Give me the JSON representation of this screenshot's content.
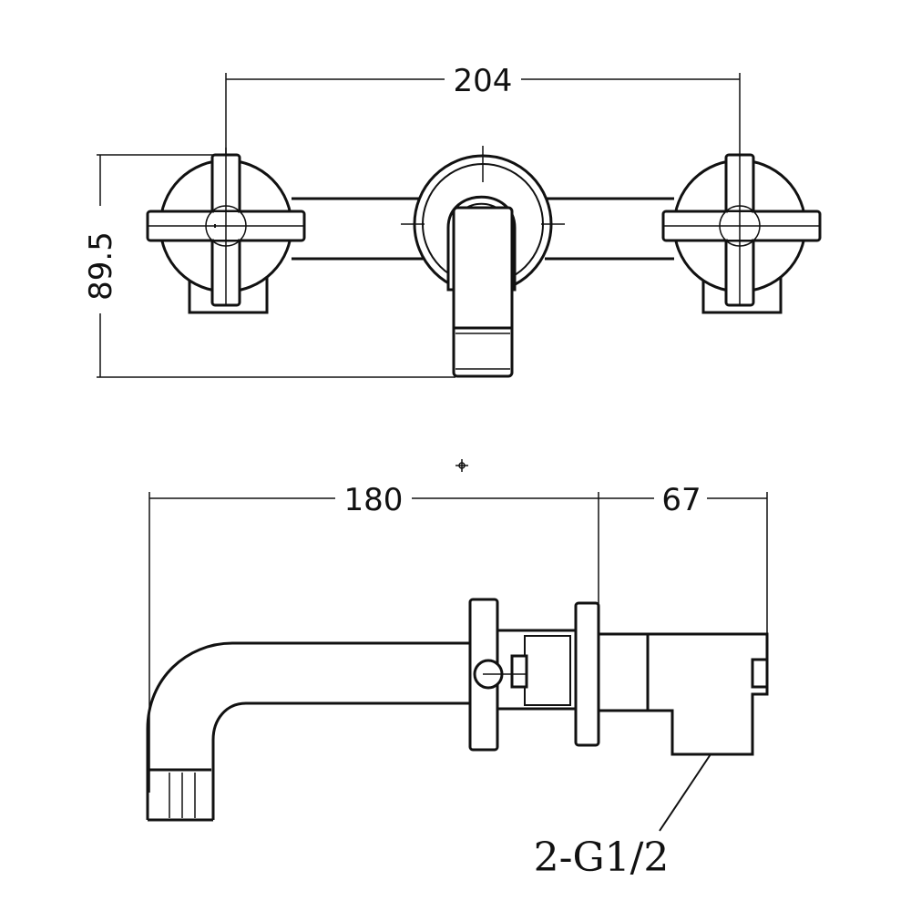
{
  "drawing": {
    "front_view": {
      "width_dimension": "204",
      "height_dimension": "89.5"
    },
    "side_view": {
      "spout_length_dimension": "180",
      "body_depth_dimension": "67",
      "connection_note": "2-G1/2"
    }
  }
}
